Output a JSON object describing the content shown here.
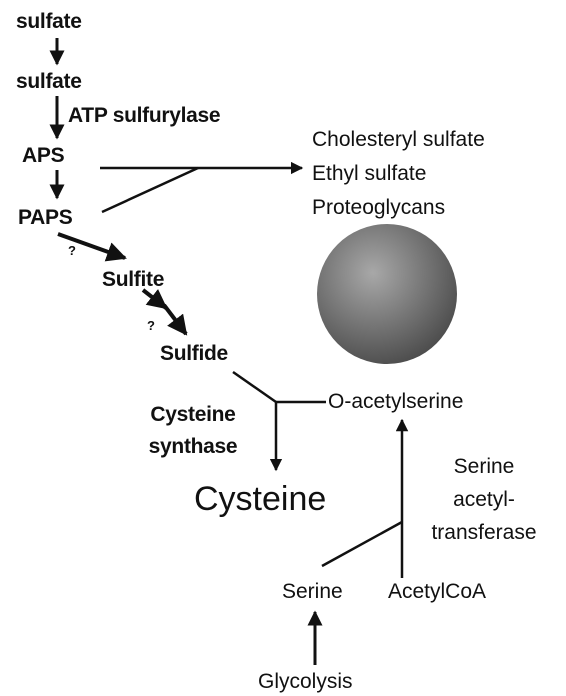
{
  "nodes": {
    "sulfate_outside": "sulfate",
    "sulfate_inside": "sulfate",
    "aps": "APS",
    "paps": "PAPS",
    "sulfite": "Sulfite",
    "sulfide": "Sulfide",
    "o_acetylserine": "O-acetylserine",
    "cysteine": "Cysteine",
    "serine": "Serine",
    "acetylcoa": "AcetylCoA",
    "glycolysis": "Glycolysis"
  },
  "products": [
    "Cholesteryl sulfate",
    "Ethyl sulfate",
    "Proteoglycans"
  ],
  "enzymes": {
    "atp_sulfurylase": "ATP sulfurylase",
    "cysteine_synthase": [
      "Cysteine",
      "synthase"
    ],
    "serine_acetyltransferase": [
      "Serine",
      "acetyl-",
      "transferase"
    ]
  },
  "uncertain_marks": [
    "?",
    "?"
  ],
  "colors": {
    "ink": "#111111",
    "sphere_light": "#9a9a9a",
    "sphere_dark": "#4a4a4a"
  }
}
